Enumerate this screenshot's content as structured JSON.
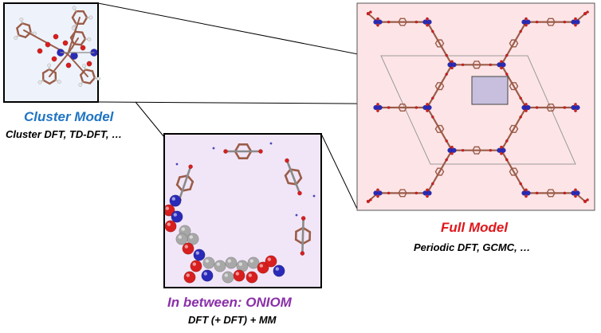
{
  "cluster": {
    "title": "Cluster Model",
    "subtitle": "Cluster DFT, TD-DFT, …",
    "title_color": "#1f74c4"
  },
  "full": {
    "title": "Full Model",
    "subtitle": "Periodic DFT, GCMC, …",
    "title_color": "#e0161b",
    "panel_color": "#fde4e7"
  },
  "oniom": {
    "title": "In between: ONIOM",
    "subtitle": "DFT (+ DFT) + MM",
    "title_color": "#8a2fa8",
    "panel_color": "#f1e6f7"
  },
  "colors": {
    "carbon": "#9b5c48",
    "oxygen": "#d81e1e",
    "metal": "#2a2ab8",
    "hydrogen": "#e6e6e6",
    "mm_carbon": "#a8a8a8"
  }
}
